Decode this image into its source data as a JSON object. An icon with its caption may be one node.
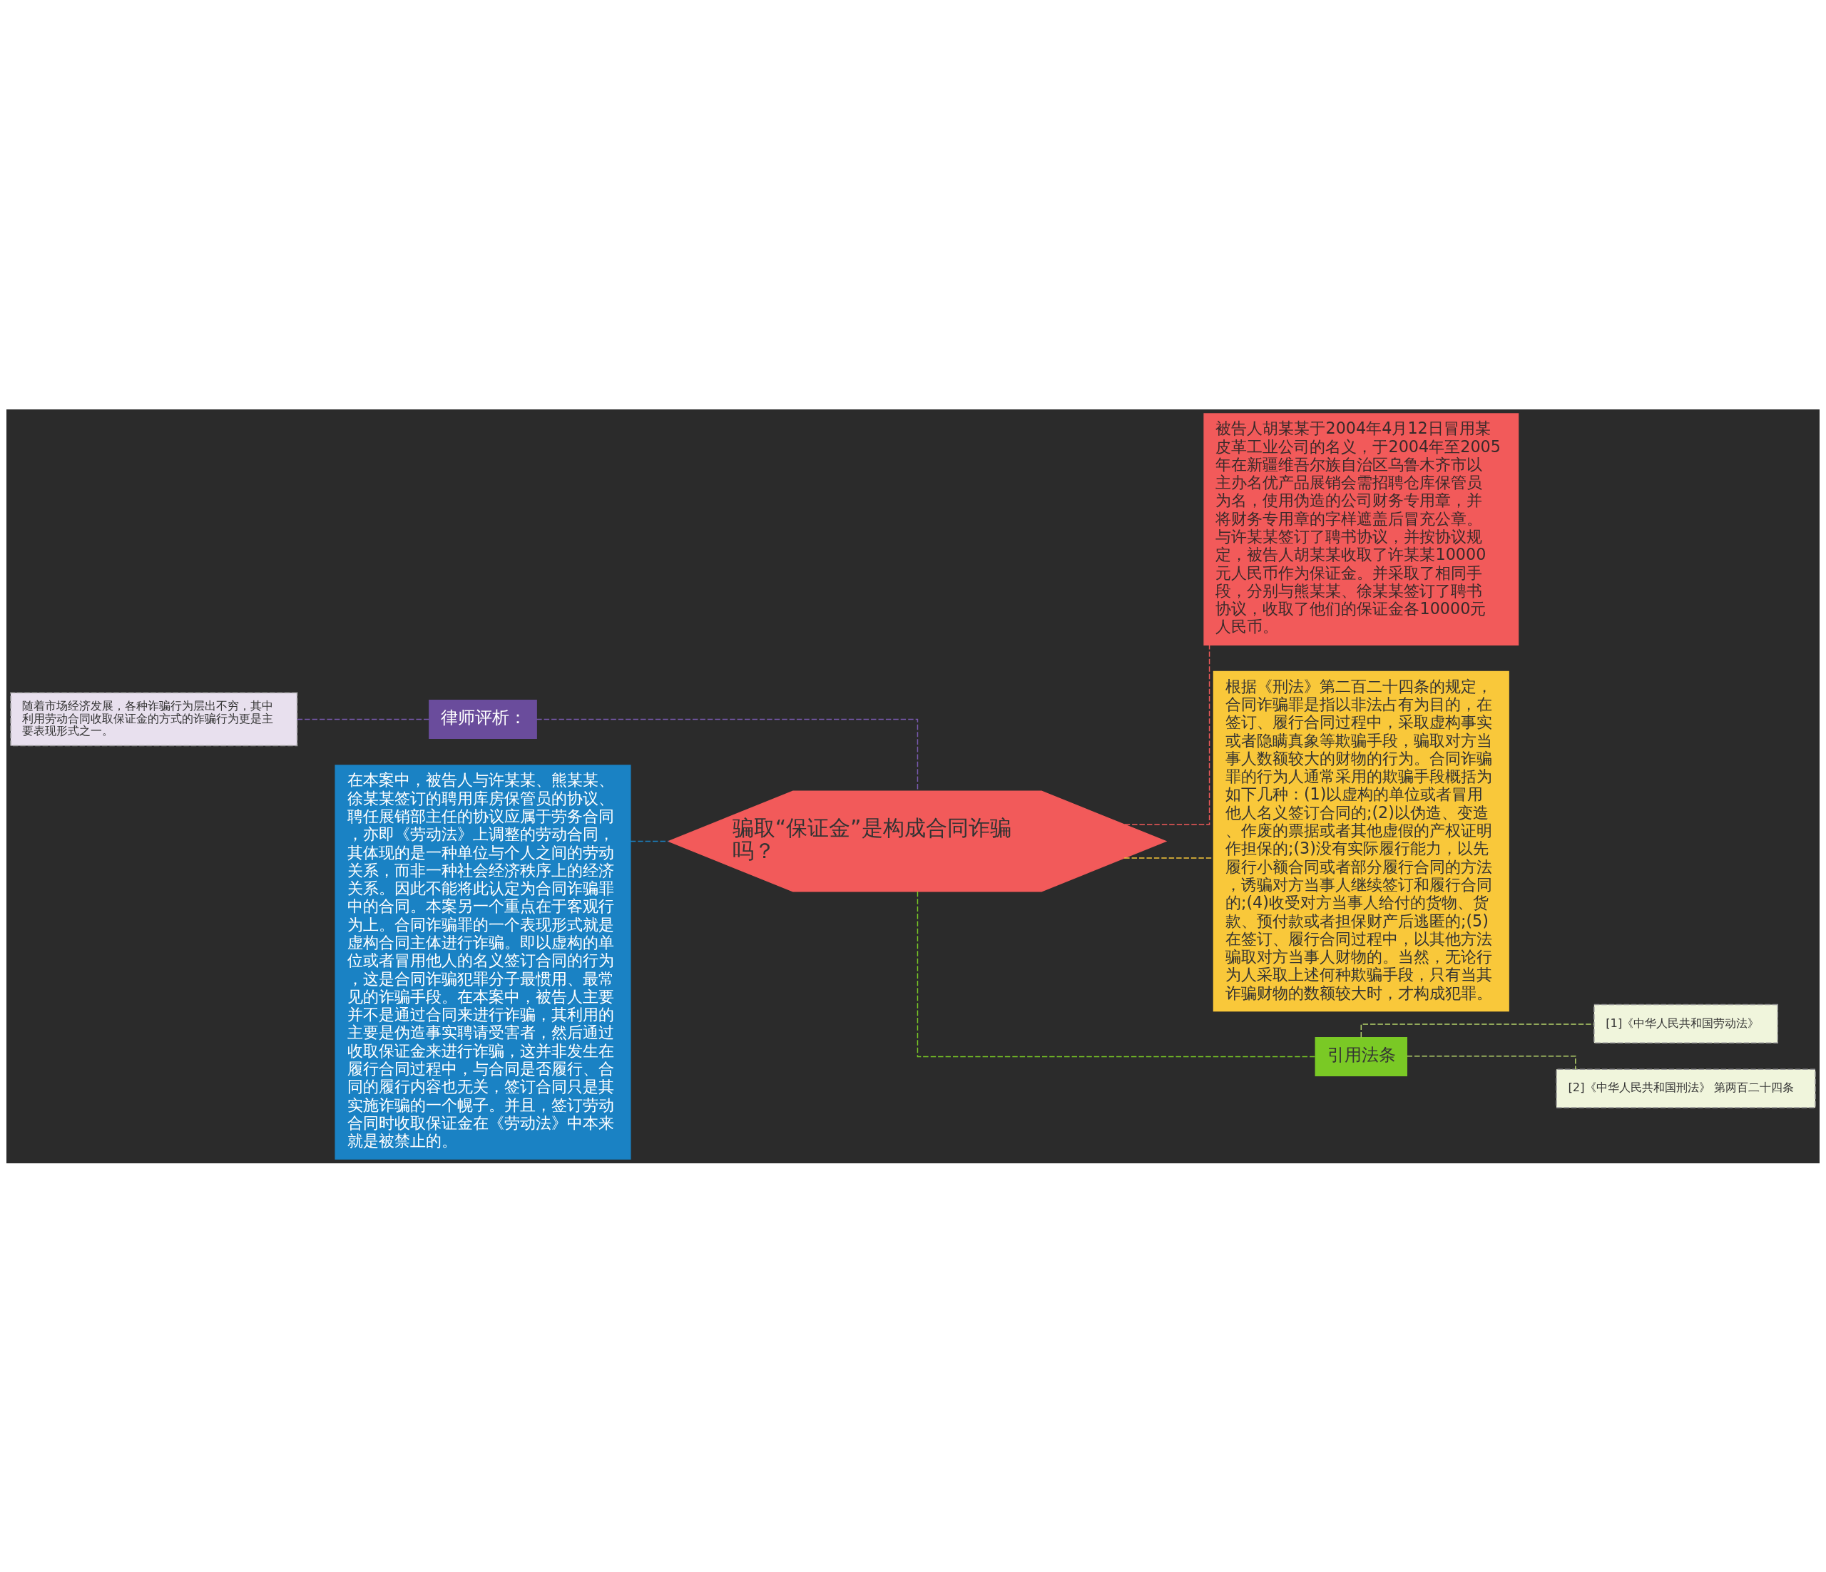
{
  "diagram": {
    "nodes": [
      {
        "text": [
          "骗取“保证金”是构成合同诈骗吗？"
        ]
      },
      {
        "text": [
          "律师评析："
        ]
      },
      {
        "text": [
          "随着市场经济发展，各种诈骗行为层出不穷，其中利用劳动合同收取保证金的方式的诈骗行为更是主要表现形式之一。"
        ]
      },
      {
        "text": [
          "在本案中，被告人与许某某、熊某某、徐某某签订的聘用库房保管员的协议、聘任展销部主任的协议应属于劳务合同，亦即《劳动法》上调整的劳动合同，其体现的是一种单位与个人之间的劳动关系，而非一种社会经济秩序上的经济关系。因此不能将此认定为合同诈骗罪中的合同。本案另一个重点在于客观行为上。合同诈骗罪的一个表现形式就是虚构合同主体进行诈骗。即以虚构的单位或者冒用他人的名义签订合同的行为，这是合同诈骗犯罪分子最惯用、最常见的诈骗手段。在本案中，被告人主要并不是通过合同来进行诈骗，其利用的主要是伪造事实聘请受害者，然后通过收取保证金来进行诈骗，这并非发生在履行合同过程中，与合同是否履行、合同的履行内容也无关，签订合同只是其实施诈骗的一个幌子。并且，签订劳动合同时收取保证金在《劳动法》中本来就是被禁止的。"
        ]
      },
      {
        "text": [
          "被告人胡某某于2004年4月12日冒用某皮革工业公司的名义，于2004年至2005年在新疆维吾尔族自治区乌鲁木齐市以主办名优产品展销会需招聘仓库保管员为名，使用伪造的公司财务专用章，并将财务专用章的字样遮盖后冒充公章。与许某某签订了聘书协议，并按协议规定，被告人胡某某收取了许某某10000元人民币作为保证金。并采取了相同手段，分别与熊某某、徐某某签订了聘书协议，收取了他们的保证金各10000元人民币。"
        ]
      },
      {
        "text": [
          "根据《刑法》第二百二十四条的规定，合同诈骗罪是指以非法占有为目的，在签订、履行合同过程中，采取虚构事实或者隐瞒真象等欺骗手段，骗取对方当事人数额较大的财物的行为。合同诈骗罪的行为人通常采用的欺骗手段概括为如下几种：(1)以虚构的单位或者冒用他人名义签订合同的;(2)以伪造、变造、作废的票据或者其他虚假的产权证明作担保的;(3)没有实际履行能力，以先履行小额合同或者部分履行合同的方法，诱骗对方当事人继续签订和履行合同的;(4)收受对方当事人给付的货物、货款、预付款或者担保财产后逃匿的;(5)在签订、履行合同过程中，以其他方法骗取对方当事人财物的。当然，无论行为人采取上述何种欺骗手段，只有当其诈骗财物的数额较大时，才构成犯罪。"
        ]
      },
      {
        "text": [
          "引用法条"
        ]
      },
      {
        "text": [
          "[1]《中华人民共和国劳动法》"
        ]
      },
      {
        "text": [
          "[2]《中华人民共和国刑法》 第两百二十四条"
        ]
      }
    ],
    "edges": [
      {
        "from": 0,
        "to": 1,
        "arrow": "none",
        "style": "dashed",
        "color": "#7a5ab0"
      },
      {
        "from": 1,
        "to": 2,
        "arrow": "none",
        "style": "dashed",
        "color": "#7a5ab0"
      },
      {
        "from": 0,
        "to": 3,
        "arrow": "none",
        "style": "dashed",
        "color": "#1a82c4"
      },
      {
        "from": 0,
        "to": 4,
        "arrow": "none",
        "style": "dashed",
        "color": "#f25a5a"
      },
      {
        "from": 0,
        "to": 5,
        "arrow": "none",
        "style": "dashed",
        "color": "#f9c83a"
      },
      {
        "from": 0,
        "to": 6,
        "arrow": "none",
        "style": "dashed",
        "color": "#7ac925"
      },
      {
        "from": 6,
        "to": 7,
        "arrow": "none",
        "style": "dashed",
        "color": "#b5d36b"
      },
      {
        "from": 6,
        "to": 8,
        "arrow": "none",
        "style": "dashed",
        "color": "#b5d36b"
      }
    ]
  }
}
